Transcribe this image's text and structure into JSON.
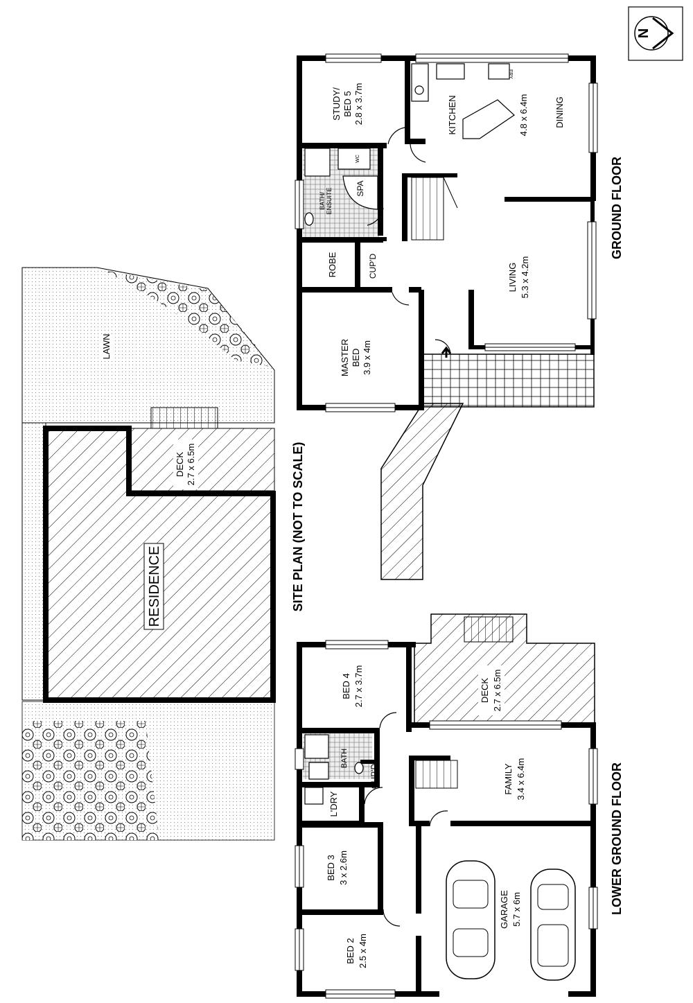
{
  "titles": {
    "ground_floor": "GROUND FLOOR",
    "lower_ground_floor": "LOWER GROUND FLOOR",
    "site_plan": "SITE PLAN (NOT TO SCALE)"
  },
  "compass": {
    "label": "N"
  },
  "ground_floor": {
    "study": {
      "name1": "STUDY/",
      "name2": "BED 5",
      "dims": "2.8 x 3.7m"
    },
    "kitchen": {
      "name": "KITCHEN",
      "dims": "4.8 x 6.4m"
    },
    "dining": {
      "name": "DINING"
    },
    "fridge": {
      "label": "FRY"
    },
    "wc": {
      "label": "WC"
    },
    "bath": {
      "name1": "BATH/",
      "name2": "ENSUITE"
    },
    "spa": {
      "label": "SPA"
    },
    "robe": {
      "name": "ROBE"
    },
    "cupd": {
      "name": "CUP'D"
    },
    "living": {
      "name": "LIVING",
      "dims": "5.3 x 4.2m"
    },
    "master": {
      "name1": "MASTER",
      "name2": "BED",
      "dims": "3.9 x 4m"
    }
  },
  "lower_ground_floor": {
    "bed4": {
      "name": "BED 4",
      "dims": "2.7 x 3.7m"
    },
    "deck": {
      "name": "DECK",
      "dims": "2.7 x 6.5m"
    },
    "bath": {
      "name": "BATH"
    },
    "cupd": {
      "name": "CUP'D"
    },
    "family": {
      "name": "FAMILY",
      "dims": "3.4 x 6.4m"
    },
    "laundry": {
      "name": "L'DRY"
    },
    "bed3": {
      "name": "BED 3",
      "dims": "3 x 2.6m"
    },
    "garage": {
      "name": "GARAGE",
      "dims": "5.7 x 6m"
    },
    "bed2": {
      "name": "BED 2",
      "dims": "2.5 x 4m"
    }
  },
  "site_plan": {
    "lawn": "LAWN",
    "deck": {
      "name": "DECK",
      "dims": "2.7 x 6.5m"
    },
    "residence": "RESIDENCE"
  }
}
